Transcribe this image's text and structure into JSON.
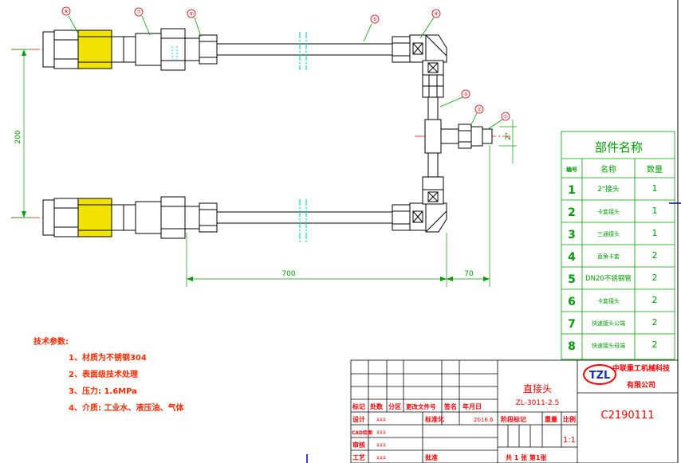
{
  "dimensions": {
    "d200": "200",
    "d700": "700",
    "d70": "70",
    "d2in": "2\""
  },
  "balloons": [
    "⑧",
    "⑦",
    "⑥",
    "⑤",
    "④",
    "③",
    "②",
    "①"
  ],
  "parts_table": {
    "title": "部件名称",
    "headers": {
      "no": "编号",
      "name": "名称",
      "qty": "数量"
    },
    "rows": [
      {
        "no": "1",
        "name": "2\"接头",
        "qty": "1"
      },
      {
        "no": "2",
        "name": "卡套接头",
        "qty": "1"
      },
      {
        "no": "3",
        "name": "三通接头",
        "qty": "1"
      },
      {
        "no": "4",
        "name": "直角卡套",
        "qty": "2"
      },
      {
        "no": "5",
        "name": "DN20不锈钢管",
        "qty": "2"
      },
      {
        "no": "6",
        "name": "卡套接头",
        "qty": "2"
      },
      {
        "no": "7",
        "name": "快速接头公端",
        "qty": "2"
      },
      {
        "no": "8",
        "name": "快速接头母端",
        "qty": "2"
      }
    ]
  },
  "tech": {
    "heading": "技术参数:",
    "items": [
      "1、材质为不锈钢304",
      "2、表面级技术处理",
      "3、压力: 1.6MPa",
      "4、介质: 工业水、液压油、气体"
    ]
  },
  "title_block": {
    "name": "直接头",
    "code": "ZL-3011-2.5",
    "logo": "TZL",
    "company_line1": "中联重工机械科技",
    "company_line2": "有限公司",
    "drawing_no": "C2190111",
    "labels": {
      "mark": "标记",
      "count": "处数",
      "zone": "分区",
      "docno": "更改文件号",
      "sign": "签名",
      "date": "年月日",
      "design": "设计",
      "cad": "CAD绘图",
      "check": "审核",
      "process": "工艺",
      "standard": "标准化",
      "approve": "批准",
      "stage": "阶段标记",
      "weight": "重量",
      "scale": "比例"
    },
    "design_date": "2016.6",
    "scale": "1:1",
    "sheets": "共 1 张 第1张",
    "signatures": [
      "某某某",
      "某某某",
      "某某某",
      "某某某"
    ]
  }
}
